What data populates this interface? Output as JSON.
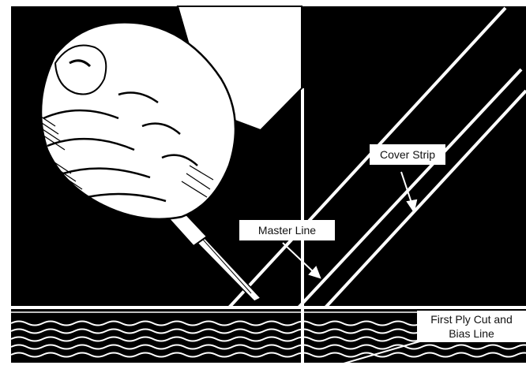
{
  "labels": {
    "cover_strip": "Cover Strip",
    "master_line": "Master Line",
    "first_ply_line1": "First Ply Cut and",
    "first_ply_line2": "Bias Line"
  },
  "colors": {
    "background": "#000000",
    "lines": "#ffffff",
    "label_box": "#ffffff",
    "label_text": "#111111"
  }
}
